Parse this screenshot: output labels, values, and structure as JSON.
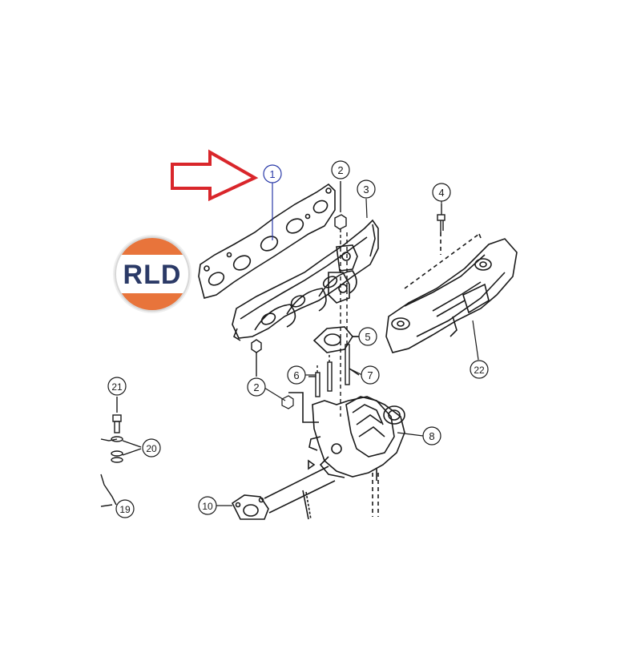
{
  "logo": {
    "text": "RLD",
    "colors": {
      "top": "#e8743b",
      "bottom": "#e8743b",
      "band": "#ffffff",
      "text": "#2b3a67"
    }
  },
  "highlight_arrow": {
    "color": "#d9262b",
    "points_to": "1"
  },
  "callouts": [
    {
      "id": "c1",
      "label": "1",
      "highlighted": true
    },
    {
      "id": "c2a",
      "label": "2"
    },
    {
      "id": "c3",
      "label": "3"
    },
    {
      "id": "c4",
      "label": "4"
    },
    {
      "id": "c5",
      "label": "5"
    },
    {
      "id": "c6",
      "label": "6"
    },
    {
      "id": "c7",
      "label": "7"
    },
    {
      "id": "c2b",
      "label": "2"
    },
    {
      "id": "c8",
      "label": "8"
    },
    {
      "id": "c21",
      "label": "21"
    },
    {
      "id": "c20",
      "label": "20"
    },
    {
      "id": "c22",
      "label": "22"
    },
    {
      "id": "c10",
      "label": "10"
    },
    {
      "id": "c19",
      "label": "19"
    }
  ],
  "colors": {
    "line": "#1a1a1a",
    "highlight_callout": "#2a3aa8",
    "arrow": "#d9262b"
  }
}
